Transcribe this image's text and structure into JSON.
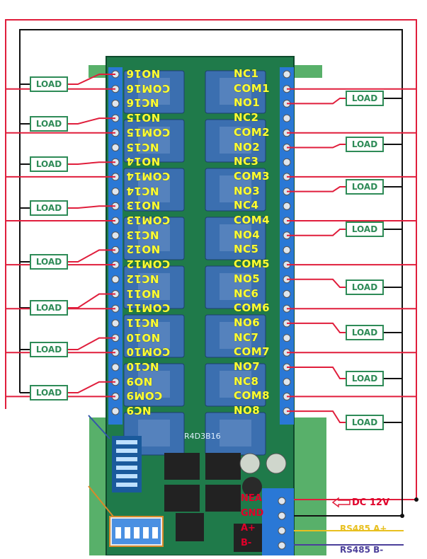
{
  "load_label": "LOAD",
  "left_terminals": [
    "NO16",
    "COM16",
    "NC16",
    "NO15",
    "COM15",
    "NC15",
    "NO14",
    "COM14",
    "NC14",
    "NO13",
    "COM13",
    "NC13",
    "NO12",
    "COM12",
    "NC12",
    "NO11",
    "COM11",
    "NC11",
    "NO10",
    "COM10",
    "NC10",
    "NO9",
    "COM9",
    "NC9"
  ],
  "right_terminals": [
    "NC1",
    "COM1",
    "NO1",
    "NC2",
    "COM2",
    "NO2",
    "NC3",
    "COM3",
    "NO3",
    "NC4",
    "COM4",
    "NO4",
    "NC5",
    "COM5",
    "NO5",
    "NC6",
    "COM6",
    "NO6",
    "NC7",
    "COM7",
    "NO7",
    "NC8",
    "COM8",
    "NO8"
  ],
  "power_terminals": [
    "NEA",
    "GND",
    "A+",
    "B-"
  ],
  "board_model": "R4D3B16",
  "labels": {
    "dc": "DC 12V",
    "rs485_a": "RS485 A+",
    "rs485_b": "RS485 B-"
  },
  "colors": {
    "wire_red": "#e01e3c",
    "wire_black": "#111111",
    "load_green": "#2e8b57",
    "pcb_green": "#1f7a4a",
    "rail_green": "#58b06a",
    "relay_blue": "#3b6fb0",
    "terminal_blue": "#2a78d6",
    "rs485_yellow": "#e8c020",
    "rs485_purple": "#4b3f9a"
  }
}
